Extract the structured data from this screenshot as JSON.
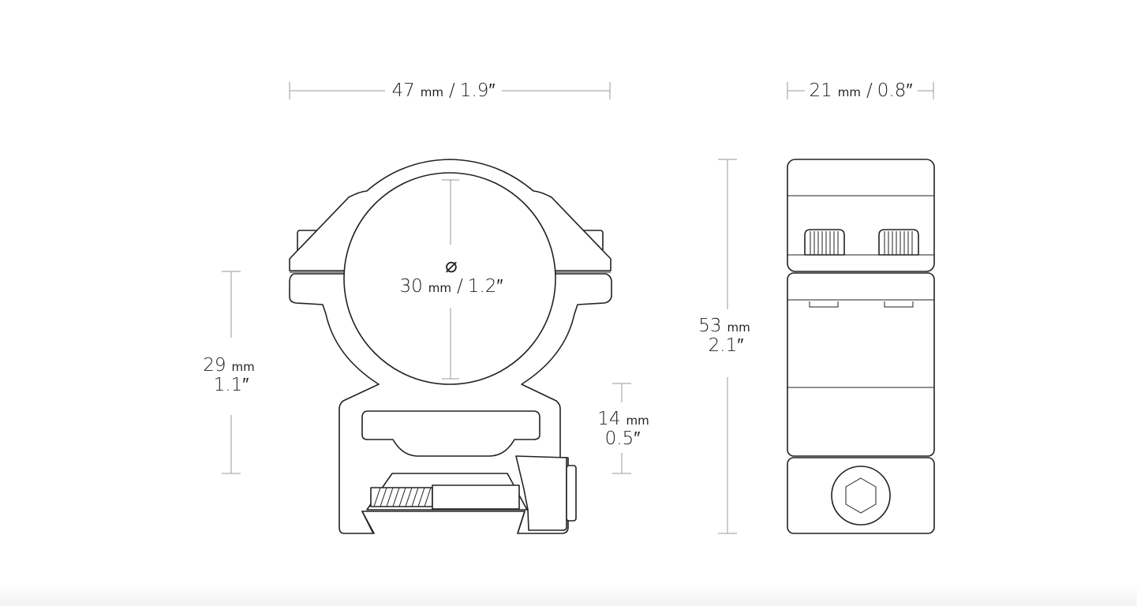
{
  "dimensions": {
    "width": {
      "value": "47",
      "unit": "mm",
      "separator": "/",
      "imperial": "1.9″"
    },
    "side_width": {
      "value": "21",
      "unit": "mm",
      "separator": "/",
      "imperial": "0.8″"
    },
    "tube_diameter": {
      "symbol": "⌀",
      "value": "30",
      "unit": "mm",
      "separator": "/",
      "imperial": "1.2″"
    },
    "center_height": {
      "value": "29",
      "unit": "mm",
      "imperial": "1.1″"
    },
    "saddle_height": {
      "value": "14",
      "unit": "mm",
      "imperial": "0.5″"
    },
    "total_height": {
      "value": "53",
      "unit": "mm",
      "imperial": "2.1″"
    }
  },
  "colors": {
    "line": "#222222",
    "dimension_line": "#9a9a9a",
    "background": "#ffffff"
  }
}
